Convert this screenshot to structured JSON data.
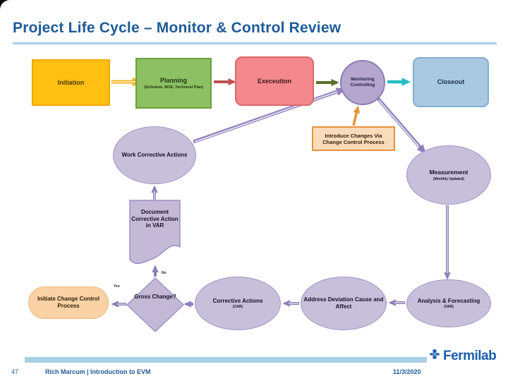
{
  "slide": {
    "title": "Project Life Cycle – Monitor & Control Review",
    "footer": {
      "page_number": "47",
      "credit": "Rich Marcum | Introduction to EVM",
      "date": "11/3/2020",
      "logo_text": "Fermilab"
    }
  },
  "diagram": {
    "phases": {
      "initiation": {
        "label": "Initiation",
        "color": "#FFC013"
      },
      "planning": {
        "label": "Planning",
        "sublabel": "(Schedule, BOE, Technical Plan)",
        "color": "#8DC063"
      },
      "execution": {
        "label": "Execeution",
        "color": "#F4898D"
      },
      "monitoring": {
        "label": "Monitoring Controlling",
        "color": "#B4A6CE"
      },
      "closeout": {
        "label": "Closeout",
        "color": "#A9C8E1"
      }
    },
    "nodes": {
      "work_corrective_actions": {
        "label": "Work Corrective Actions"
      },
      "introduce_changes": {
        "label": "Introduce Changes Via Change Control Process"
      },
      "measurement": {
        "label": "Measurement",
        "sublabel": "(Monthly Updated)"
      },
      "document_corrective_action": {
        "label": "Document Corrective Action in VAR"
      },
      "initiate_change_control": {
        "label": "Initiate Change Control Process"
      },
      "gross_change": {
        "label": "Gross Change?"
      },
      "corrective_actions": {
        "label": "Corrective Actions",
        "sublabel": "(CAR)"
      },
      "address_deviation": {
        "label": "Address Deviation Cause and Affect"
      },
      "analysis_forecasting": {
        "label": "Analysis & Forecasting",
        "sublabel": "(VAR)"
      }
    },
    "edge_labels": {
      "yes": "Yes",
      "no": "No"
    },
    "accent_colors": {
      "title_blue": "#1E5B97",
      "rule_light_blue": "#A9CFE5",
      "purple_connector": "#8F7FBA",
      "orange_connector": "#E8913B",
      "teal_connector": "#27BCC3",
      "fermilab_blue": "#1A5DAD"
    }
  }
}
